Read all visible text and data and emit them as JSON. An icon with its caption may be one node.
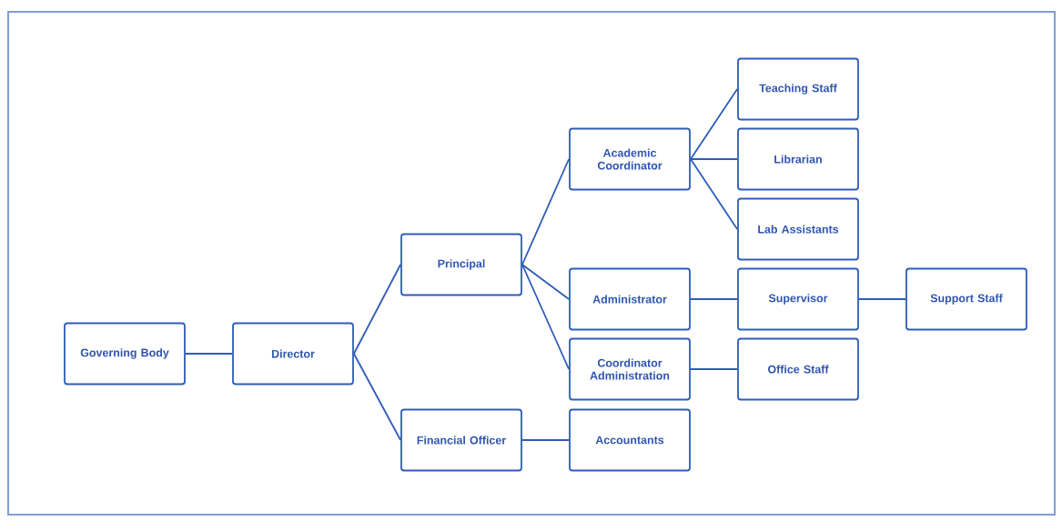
{
  "diagram": {
    "nodes": [
      {
        "text": [
          "Governing Body"
        ]
      },
      {
        "text": [
          "Director"
        ]
      },
      {
        "text": [
          "Principal"
        ]
      },
      {
        "text": [
          "Financial Officer"
        ]
      },
      {
        "text": [
          "Academic Coordinator"
        ]
      },
      {
        "text": [
          "Administrator"
        ]
      },
      {
        "text": [
          "Coordinator Administration"
        ]
      },
      {
        "text": [
          "Accountants"
        ]
      },
      {
        "text": [
          "Teaching Staff"
        ]
      },
      {
        "text": [
          "Librarian"
        ]
      },
      {
        "text": [
          "Lab Assistants"
        ]
      },
      {
        "text": [
          "Supervisor"
        ]
      },
      {
        "text": [
          "Office Staff"
        ]
      },
      {
        "text": [
          "Support Staff"
        ]
      }
    ],
    "edges": [
      {
        "from": 0,
        "to": 1,
        "arrow": "none"
      },
      {
        "from": 1,
        "to": 2,
        "arrow": "none"
      },
      {
        "from": 1,
        "to": 3,
        "arrow": "none"
      },
      {
        "from": 2,
        "to": 4,
        "arrow": "none"
      },
      {
        "from": 2,
        "to": 5,
        "arrow": "none"
      },
      {
        "from": 2,
        "to": 6,
        "arrow": "none"
      },
      {
        "from": 3,
        "to": 7,
        "arrow": "none"
      },
      {
        "from": 4,
        "to": 8,
        "arrow": "none"
      },
      {
        "from": 4,
        "to": 9,
        "arrow": "none"
      },
      {
        "from": 4,
        "to": 10,
        "arrow": "none"
      },
      {
        "from": 5,
        "to": 11,
        "arrow": "none"
      },
      {
        "from": 6,
        "to": 12,
        "arrow": "none"
      },
      {
        "from": 11,
        "to": 13,
        "arrow": "none"
      }
    ]
  }
}
